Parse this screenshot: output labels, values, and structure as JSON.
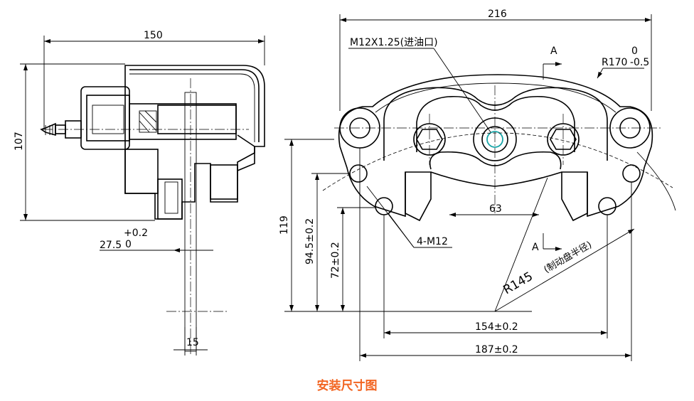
{
  "caption": "安装尺寸图",
  "labels": {
    "side_width": "150",
    "side_height": "107",
    "offset": "27.5",
    "offset_tol_upper": "+0.2",
    "offset_tol_lower": "0",
    "disc_thickness": "15",
    "front_width": "216",
    "inlet_port": "M12X1.25(进油口)",
    "section": "A",
    "outer_radius": "R170",
    "outer_radius_tol_upper": "0",
    "outer_radius_tol_lower": "-0.5",
    "height_total": "119",
    "height_holes": "94.5±0.2",
    "height_lower": "72±0.2",
    "spacing_63": "63",
    "mount_holes": "4-M12",
    "disc_radius": "R145",
    "disc_radius_note": "(制动盘半径)",
    "span_154": "154±0.2",
    "span_187": "187±0.2"
  }
}
